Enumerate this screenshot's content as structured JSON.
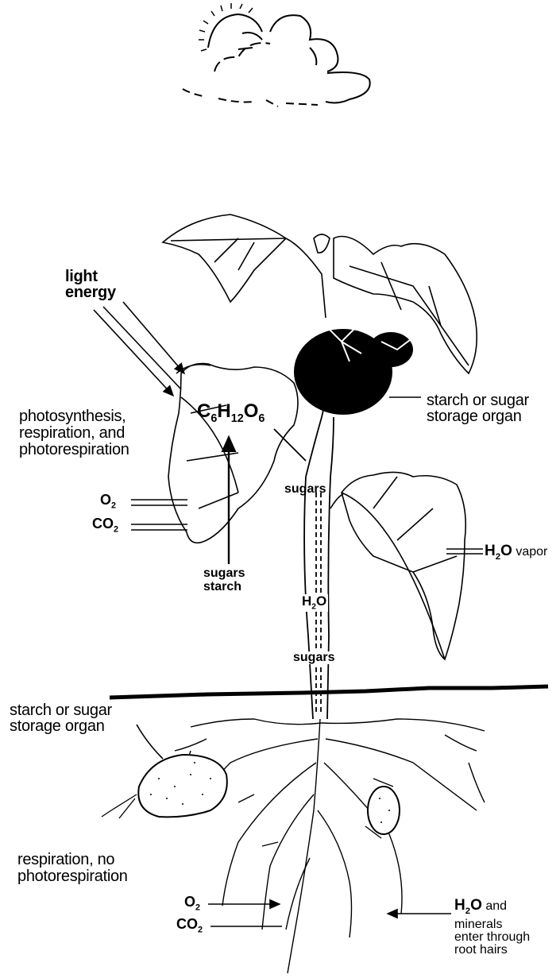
{
  "labels": {
    "light_energy": [
      "light",
      "energy"
    ],
    "photosynthesis": [
      "photosynthesis,",
      "respiration, and",
      "photorespiration"
    ],
    "glucose": {
      "c": "C",
      "c_sub": "6",
      "h": "H",
      "h_sub": "12",
      "o": "O",
      "o_sub": "6"
    },
    "storage_top": [
      "starch or sugar",
      "storage organ"
    ],
    "o2_leaf": {
      "base": "O",
      "sub": "2"
    },
    "co2_leaf": {
      "base": "CO",
      "sub": "2"
    },
    "sugars_stem_top": "sugars",
    "sugars_starch": [
      "sugars",
      "starch"
    ],
    "h2o_vapor": {
      "base": "H",
      "sub": "2",
      "rest": "O",
      "suffix": "vapor"
    },
    "h2o_stem": {
      "base": "H",
      "sub": "2",
      "rest": "O"
    },
    "sugars_stem_bottom": "sugars",
    "storage_bottom": [
      "starch or sugar",
      "storage organ"
    ],
    "respiration_no": [
      "respiration, no",
      "photorespiration"
    ],
    "o2_root": {
      "base": "O",
      "sub": "2"
    },
    "co2_root": {
      "base": "CO",
      "sub": "2"
    },
    "h2o_minerals": {
      "base": "H",
      "sub": "2",
      "rest": "O",
      "suffix": "and",
      "lines": [
        "minerals",
        "enter through",
        "root hairs"
      ]
    }
  }
}
